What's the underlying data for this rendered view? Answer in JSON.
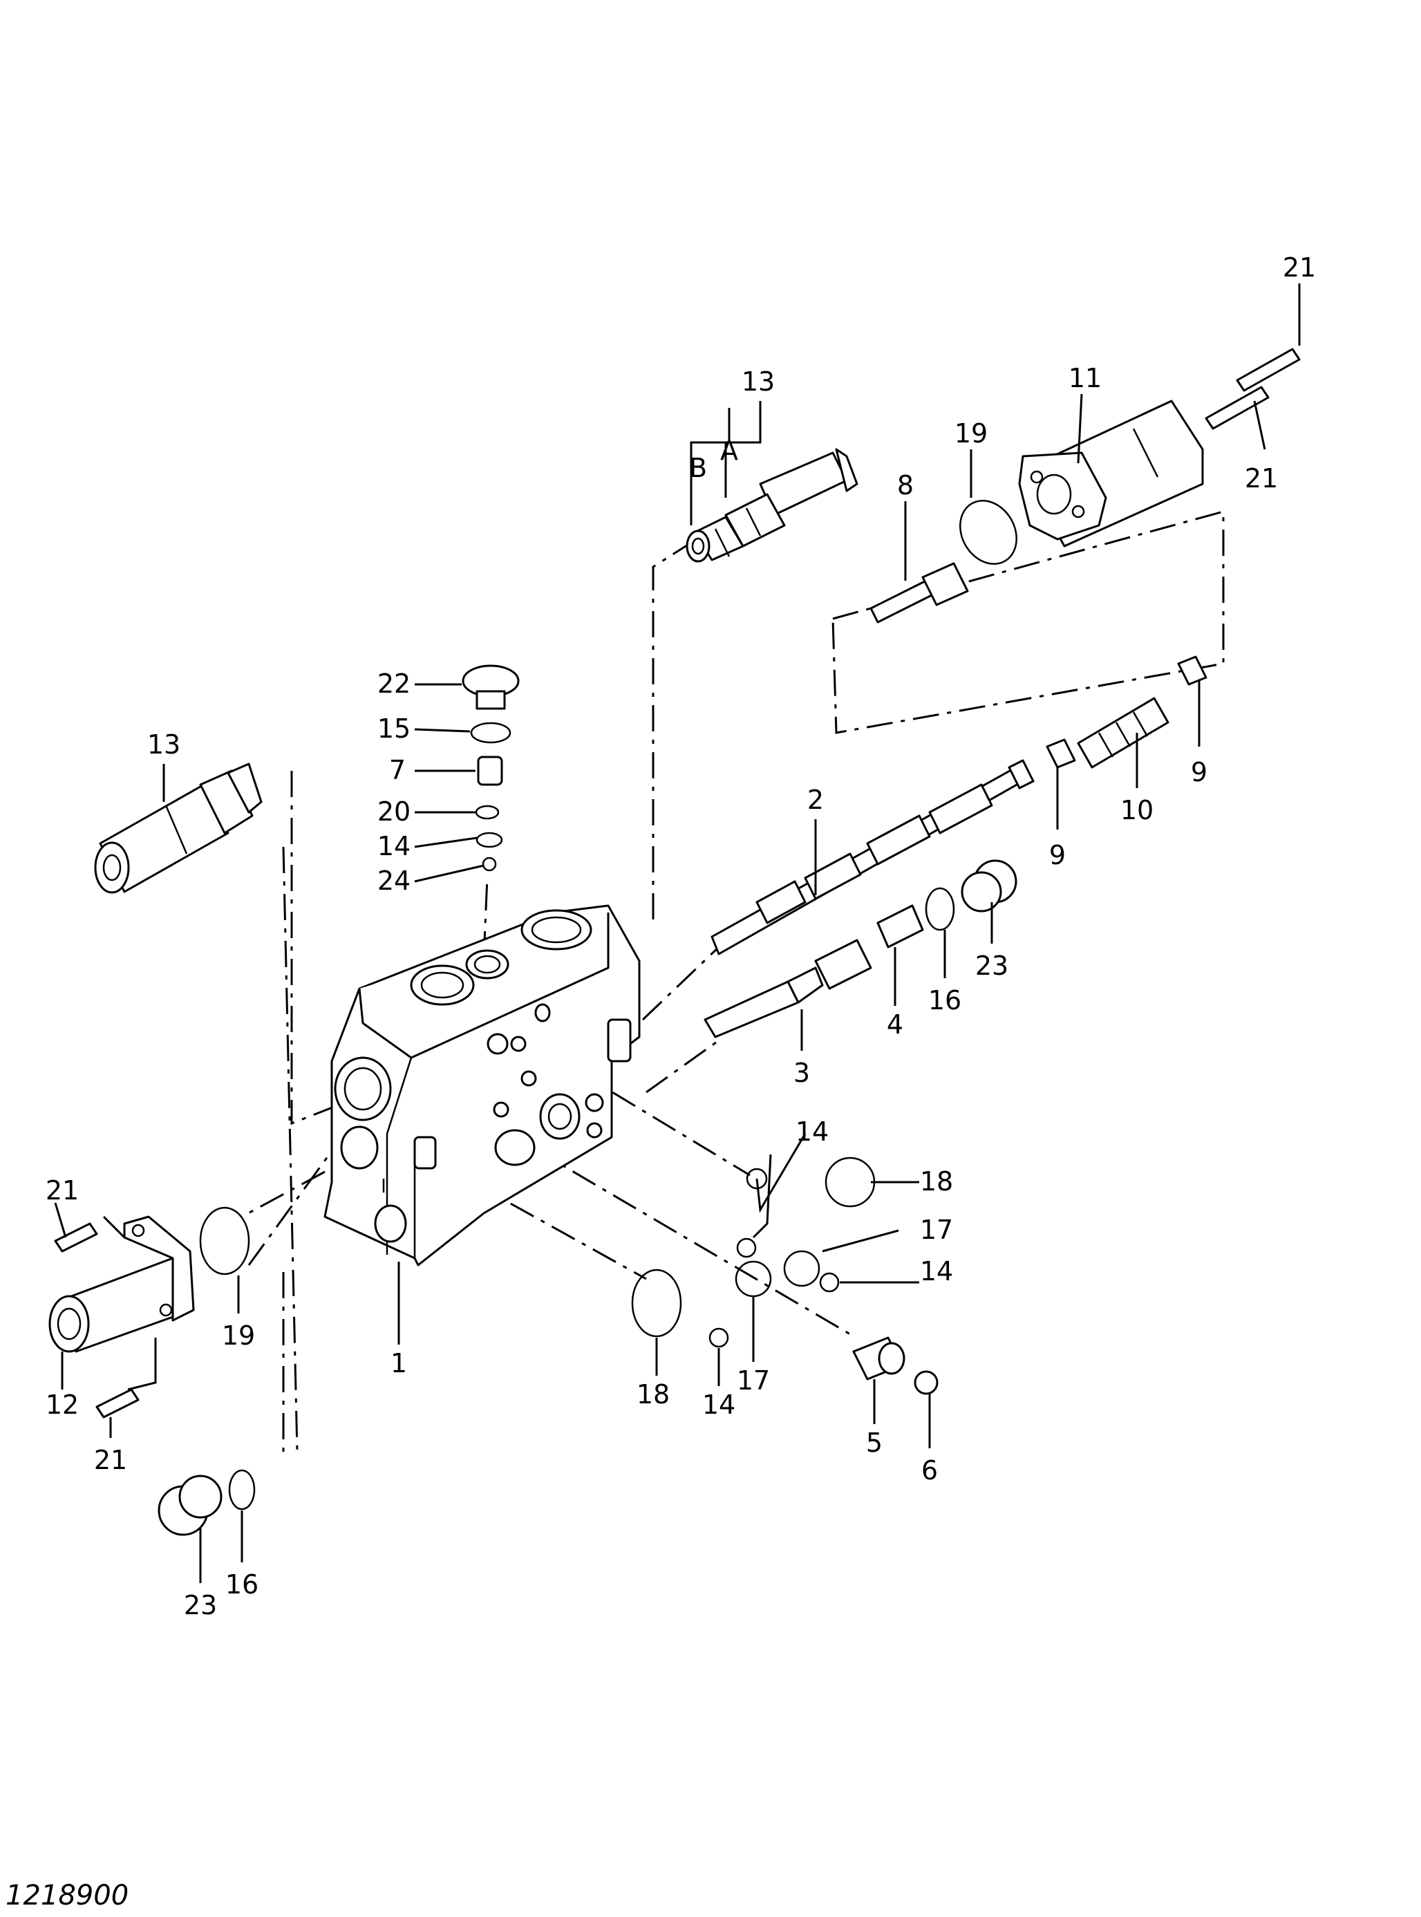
{
  "diagram": {
    "code": "1218900",
    "callouts": {
      "c1": "1",
      "c2": "2",
      "c3": "3",
      "c4": "4",
      "c5": "5",
      "c6": "6",
      "c7": "7",
      "c8": "8",
      "c9a": "9",
      "c9b": "9",
      "c10": "10",
      "c11": "11",
      "c12": "12",
      "c13a": "13",
      "c13b": "13",
      "c14a": "14",
      "c14b": "14",
      "c14c": "14",
      "c14d": "14",
      "c15": "15",
      "c16a": "16",
      "c16b": "16",
      "c17a": "17",
      "c17b": "17",
      "c18a": "18",
      "c18b": "18",
      "c19a": "19",
      "c19b": "19",
      "c20": "20",
      "c21a": "21",
      "c21b": "21",
      "c21c": "21",
      "c21d": "21",
      "c22": "22",
      "c23a": "23",
      "c23b": "23",
      "c24": "24",
      "portA": "A",
      "portB": "B"
    }
  }
}
